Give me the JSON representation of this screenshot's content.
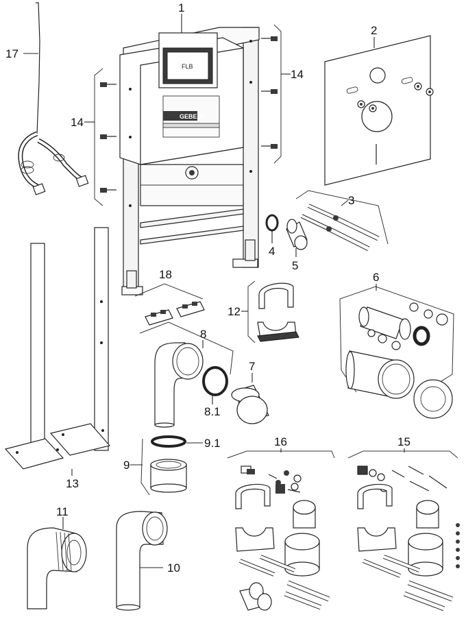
{
  "labels": {
    "l1": "1",
    "l2": "2",
    "l3": "3",
    "l4": "4",
    "l5": "5",
    "l6": "6",
    "l7": "7",
    "l8": "8",
    "l8_1": "8.1",
    "l9": "9",
    "l9_1": "9.1",
    "l10": "10",
    "l11": "11",
    "l12": "12",
    "l13": "13",
    "l14a": "14",
    "l14b": "14",
    "l15": "15",
    "l16": "16",
    "l17": "17",
    "l18": "18"
  },
  "brand_text": "GEBERIT",
  "colors": {
    "stroke": "#222222",
    "panel_fill": "#ffffff",
    "frame_fill": "#f4f4f4",
    "dark_part": "#3a3a3a",
    "gray_part": "#9a9a9a"
  }
}
